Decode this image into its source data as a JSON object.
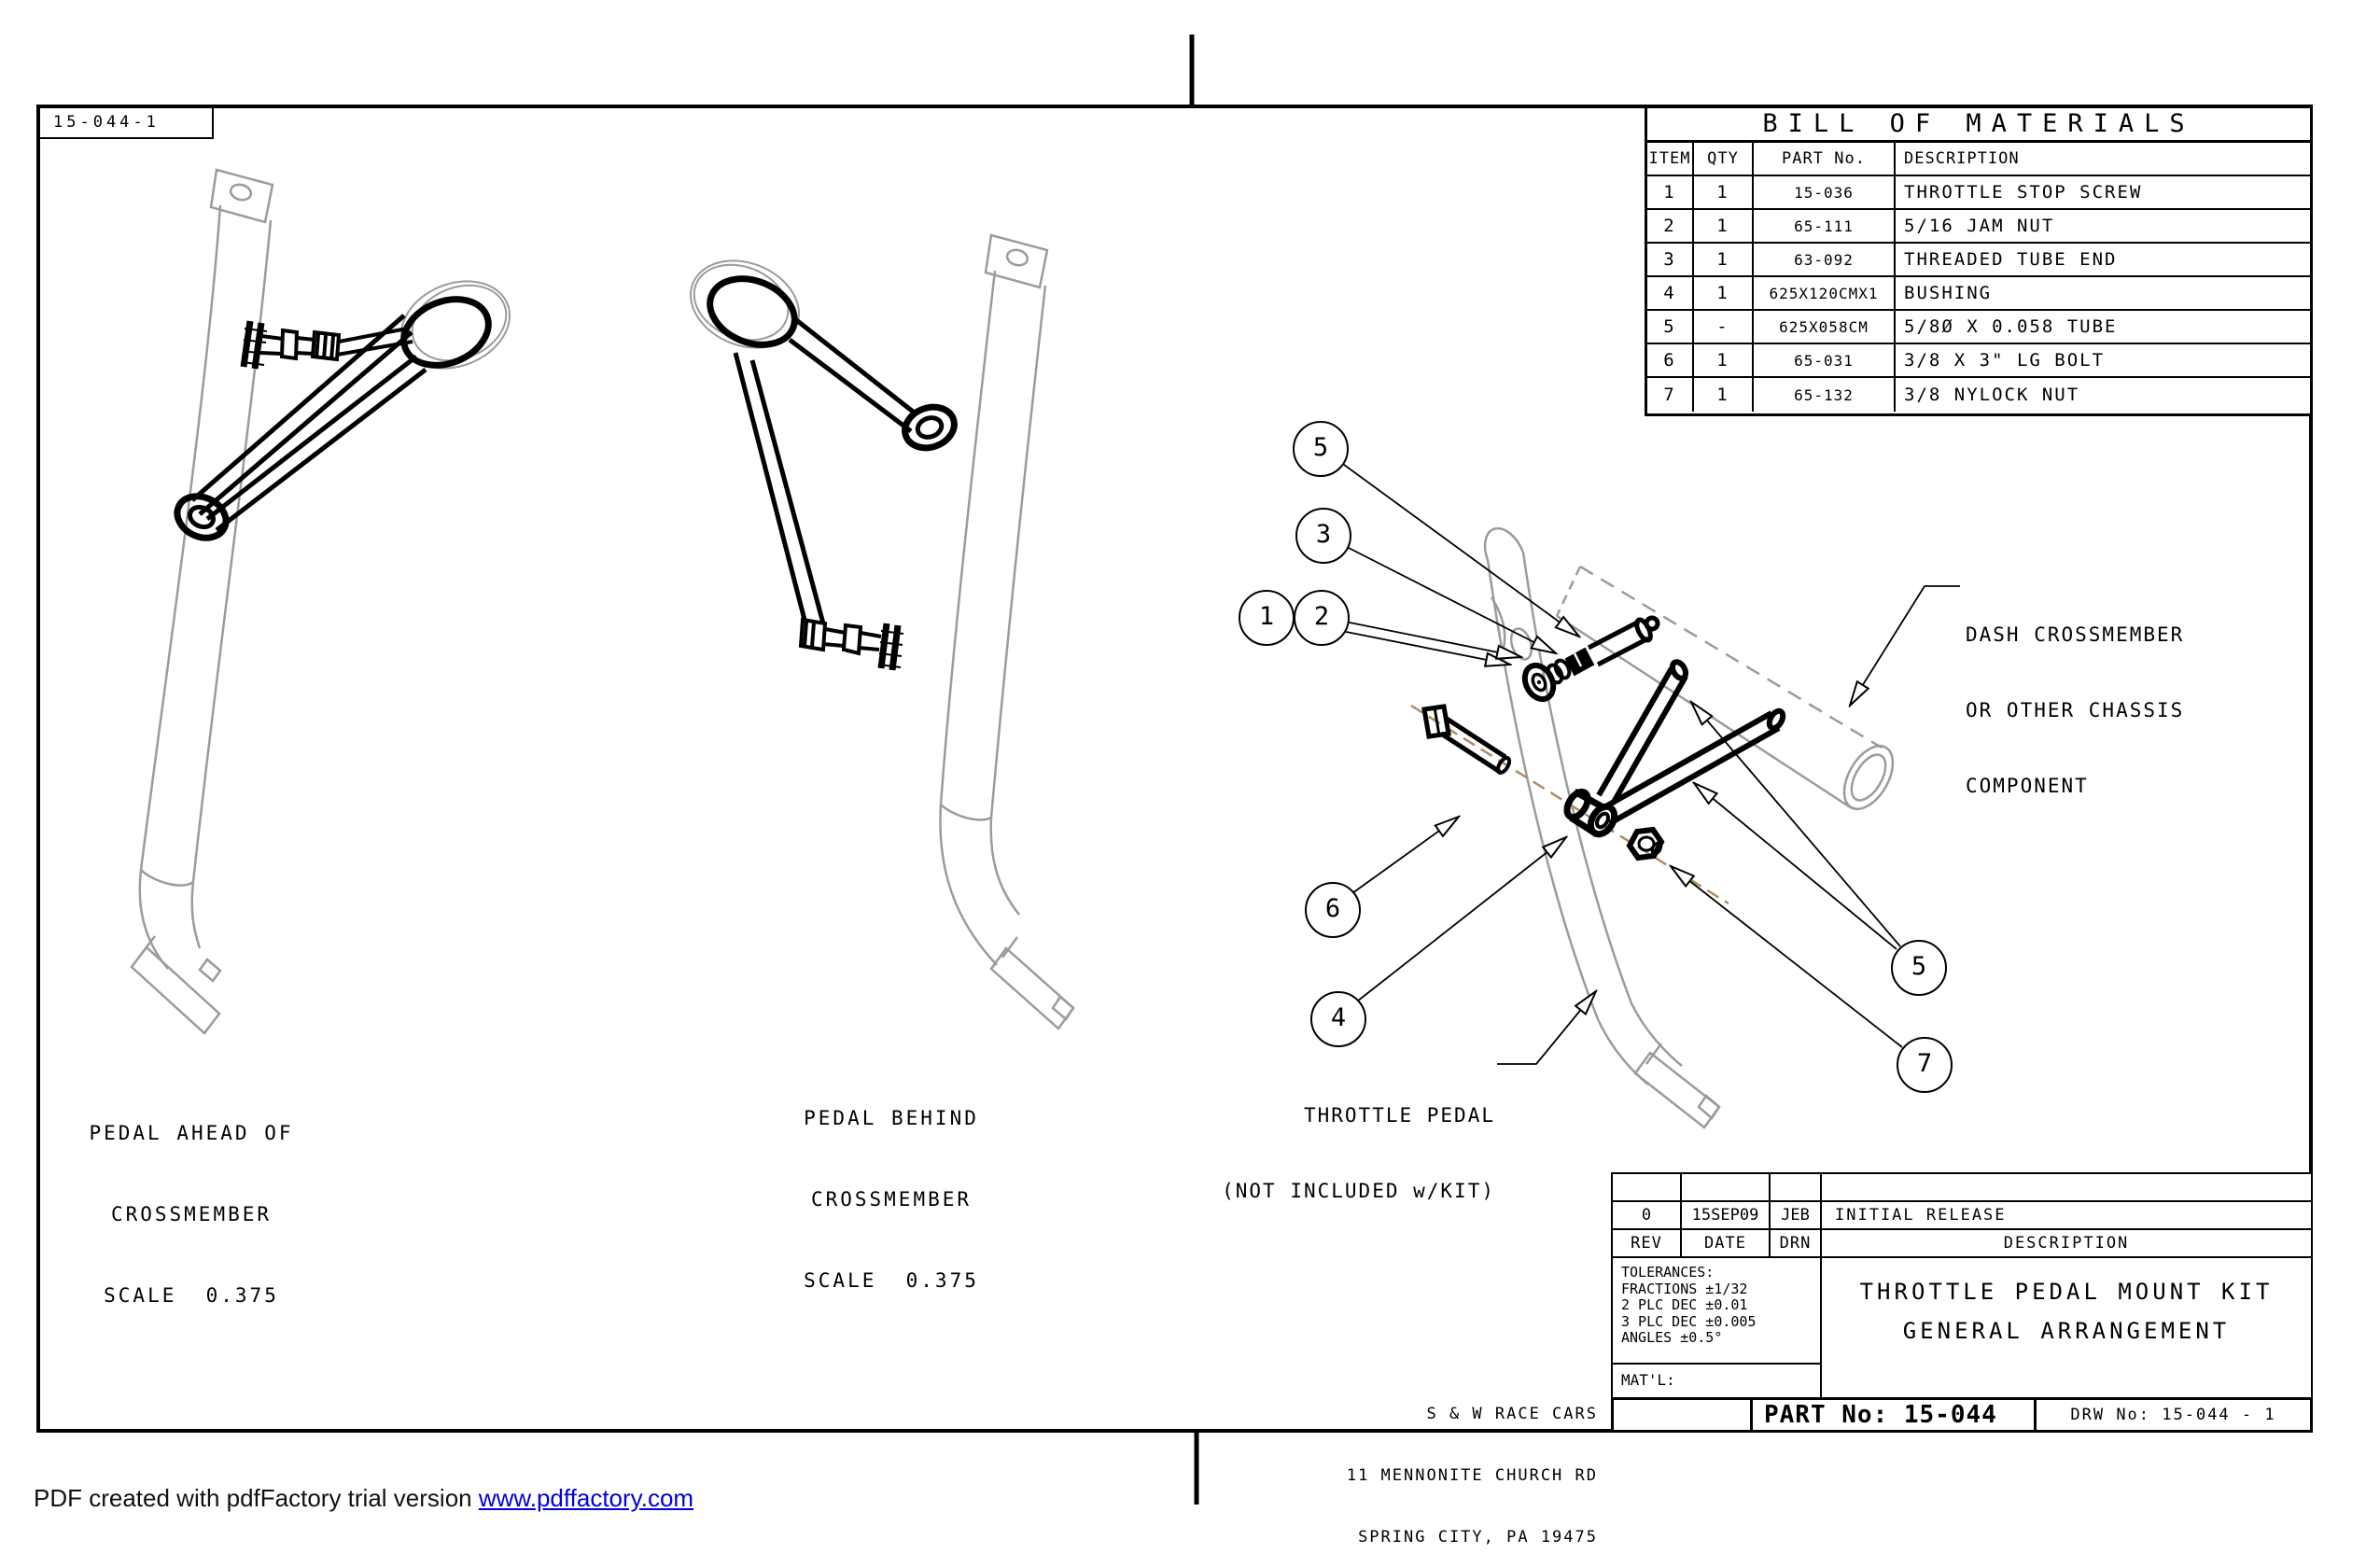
{
  "sheet": {
    "corner_ref": "15-044-1",
    "watermark_prefix": "PDF created with pdfFactory trial version ",
    "watermark_link": "www.pdffactory.com"
  },
  "colors": {
    "line": "#000000",
    "ghost": "#9b9b9b",
    "centerline": "#ab8d62",
    "link": "#0000dd"
  },
  "bom": {
    "title": "BILL OF MATERIALS",
    "headers": {
      "item": "ITEM",
      "qty": "QTY",
      "part": "PART No.",
      "desc": "DESCRIPTION"
    },
    "rows": [
      {
        "item": "1",
        "qty": "1",
        "part": "15-036",
        "desc": "THROTTLE STOP SCREW"
      },
      {
        "item": "2",
        "qty": "1",
        "part": "65-111",
        "desc": "5/16 JAM NUT"
      },
      {
        "item": "3",
        "qty": "1",
        "part": "63-092",
        "desc": "THREADED TUBE END"
      },
      {
        "item": "4",
        "qty": "1",
        "part": "625X120CMX1",
        "desc": "BUSHING"
      },
      {
        "item": "5",
        "qty": "-",
        "part": "625X058CM",
        "desc": "5/8Ø X 0.058 TUBE"
      },
      {
        "item": "6",
        "qty": "1",
        "part": "65-031",
        "desc": "3/8 X 3\" LG BOLT"
      },
      {
        "item": "7",
        "qty": "1",
        "part": "65-132",
        "desc": "3/8 NYLOCK NUT"
      }
    ]
  },
  "views": {
    "view1": {
      "line1": "PEDAL AHEAD OF",
      "line2": "CROSSMEMBER",
      "line3": "SCALE  0.375"
    },
    "view2": {
      "line1": "PEDAL BEHIND",
      "line2": "CROSSMEMBER",
      "line3": "SCALE  0.375"
    }
  },
  "callouts": {
    "dash_crossmember": {
      "line1": "DASH CROSSMEMBER",
      "line2": "OR OTHER CHASSIS",
      "line3": "COMPONENT"
    },
    "throttle_pedal": {
      "line1": "THROTTLE PEDAL",
      "line2": "(NOT INCLUDED w/KIT)"
    }
  },
  "balloons": [
    {
      "label": "5"
    },
    {
      "label": "3"
    },
    {
      "label": "1"
    },
    {
      "label": "2"
    },
    {
      "label": "6"
    },
    {
      "label": "4"
    },
    {
      "label": "5"
    },
    {
      "label": "7"
    }
  ],
  "title_block": {
    "rev_row": {
      "rev": "0",
      "date": "15SEP09",
      "drn": "JEB",
      "desc": "INITIAL RELEASE"
    },
    "header_row": {
      "rev": "REV",
      "date": "DATE",
      "drn": "DRN",
      "desc": "DESCRIPTION"
    },
    "tolerances": {
      "line1": "TOLERANCES:",
      "line2": "FRACTIONS ±1/32",
      "line3": "2 PLC DEC ±0.01",
      "line4": "3 PLC DEC ±0.005",
      "line5": "ANGLES ±0.5°"
    },
    "title_line1": "THROTTLE PEDAL MOUNT KIT",
    "title_line2": "GENERAL ARRANGEMENT",
    "matl_label": "MAT'L:",
    "part_no": "PART No: 15-044",
    "drw_no": "DRW No: 15-044 - 1",
    "company": {
      "line1": "S & W RACE CARS",
      "line2": "11 MENNONITE CHURCH RD",
      "line3": "SPRING CITY, PA 19475"
    }
  }
}
